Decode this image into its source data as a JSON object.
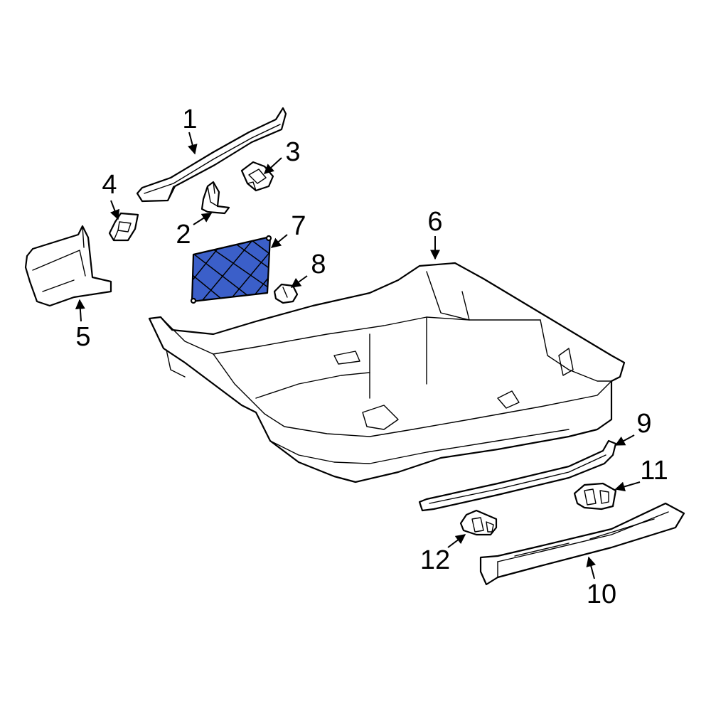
{
  "diagram": {
    "highlight_color": "#3b5fc9",
    "line_color": "#000000",
    "callouts": [
      {
        "number": "1",
        "part": "upper-pillar-trim"
      },
      {
        "number": "2",
        "part": "bracket"
      },
      {
        "number": "3",
        "part": "clip"
      },
      {
        "number": "4",
        "part": "clip"
      },
      {
        "number": "5",
        "part": "kick-panel"
      },
      {
        "number": "6",
        "part": "floor-carpet"
      },
      {
        "number": "7",
        "part": "cargo-net"
      },
      {
        "number": "8",
        "part": "net-hook"
      },
      {
        "number": "9",
        "part": "sill-strip"
      },
      {
        "number": "10",
        "part": "door-sill-plate"
      },
      {
        "number": "11",
        "part": "clip"
      },
      {
        "number": "12",
        "part": "clip"
      }
    ]
  }
}
